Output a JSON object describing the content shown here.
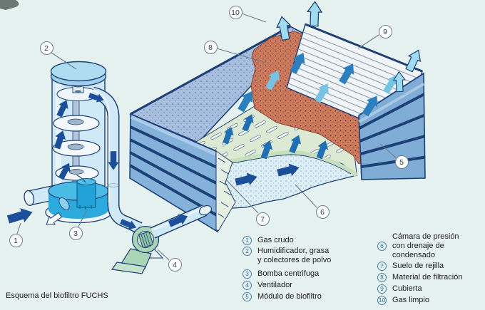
{
  "caption": "Esquema del biofiltro FUCHS",
  "callouts": [
    "1",
    "2",
    "3",
    "4",
    "5",
    "6",
    "7",
    "8",
    "9",
    "10"
  ],
  "legend": {
    "left": [
      {
        "num": "1",
        "lines": [
          "Gas crudo"
        ]
      },
      {
        "num": "2",
        "lines": [
          "Humidificador, grasa",
          "y colectores de polvo"
        ]
      },
      {
        "num": "3",
        "lines": [
          "Bomba centrifuga"
        ]
      },
      {
        "num": "4",
        "lines": [
          "Ventilador"
        ]
      },
      {
        "num": "5",
        "lines": [
          "Módulo de biofiltro"
        ]
      }
    ],
    "right": [
      {
        "num": "6",
        "lines": [
          "Cámara de presión",
          "con drenaje de",
          "condensado"
        ]
      },
      {
        "num": "7",
        "lines": [
          "Suelo de rejilla"
        ]
      },
      {
        "num": "8",
        "lines": [
          "Material de filtración"
        ]
      },
      {
        "num": "9",
        "lines": [
          "Cubierta"
        ]
      },
      {
        "num": "10",
        "lines": [
          "Gas limpio"
        ]
      }
    ]
  },
  "colors": {
    "background": "#e6f2f0",
    "outline_navy": "#1d4076",
    "arrow_navy": "#1c4f9b",
    "wall_blue": "#7fadd6",
    "rib_navy": "#1d4076",
    "slope_speckled_blue": "#a7bede",
    "filter_salmon": "#cd7a5c",
    "grid_floor_green": "#dcead4",
    "pressure_chamber_blue": "#dceef6",
    "cover_white": "#f2f5f8",
    "cyan_arrow": "#9edcf2",
    "mid_blue_arrow": "#2e86c8",
    "pipe_blue": "#cfe9f6",
    "fan_green": "#abd5b7",
    "basin_blue": "#2baade",
    "legend_accent": "#4080b8"
  }
}
